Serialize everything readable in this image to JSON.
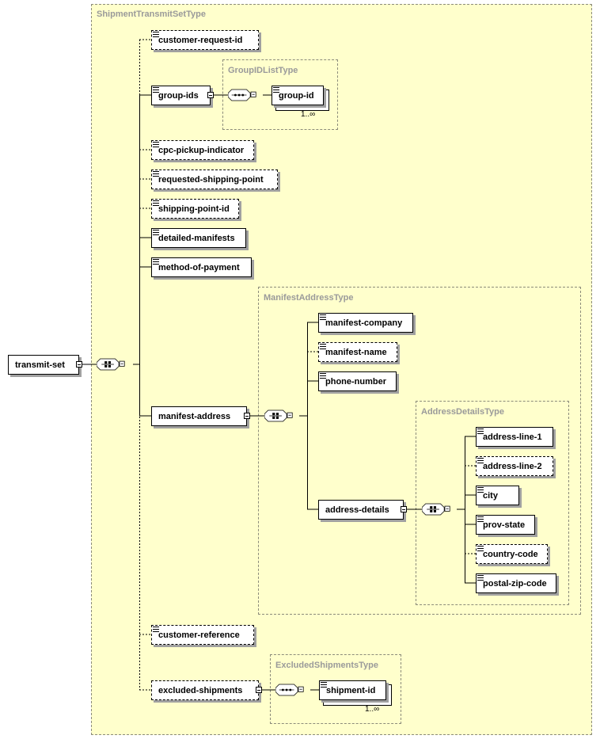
{
  "types": {
    "shipment_transmit_set": "ShipmentTransmitSetType",
    "group_id_list": "GroupIDListType",
    "manifest_address": "ManifestAddressType",
    "address_details": "AddressDetailsType",
    "excluded_shipments": "ExcludedShipmentsType"
  },
  "elements": {
    "transmit_set": "transmit-set",
    "customer_request_id": "customer-request-id",
    "group_ids": "group-ids",
    "group_id": "group-id",
    "cpc_pickup_indicator": "cpc-pickup-indicator",
    "requested_shipping_point": "requested-shipping-point",
    "shipping_point_id": "shipping-point-id",
    "detailed_manifests": "detailed-manifests",
    "method_of_payment": "method-of-payment",
    "manifest_address": "manifest-address",
    "manifest_company": "manifest-company",
    "manifest_name": "manifest-name",
    "phone_number": "phone-number",
    "address_details": "address-details",
    "address_line_1": "address-line-1",
    "address_line_2": "address-line-2",
    "city": "city",
    "prov_state": "prov-state",
    "country_code": "country-code",
    "postal_zip_code": "postal-zip-code",
    "customer_reference": "customer-reference",
    "excluded_shipments": "excluded-shipments",
    "shipment_id": "shipment-id"
  },
  "multiplicity": {
    "group_id": "1..∞",
    "shipment_id": "1..∞"
  }
}
